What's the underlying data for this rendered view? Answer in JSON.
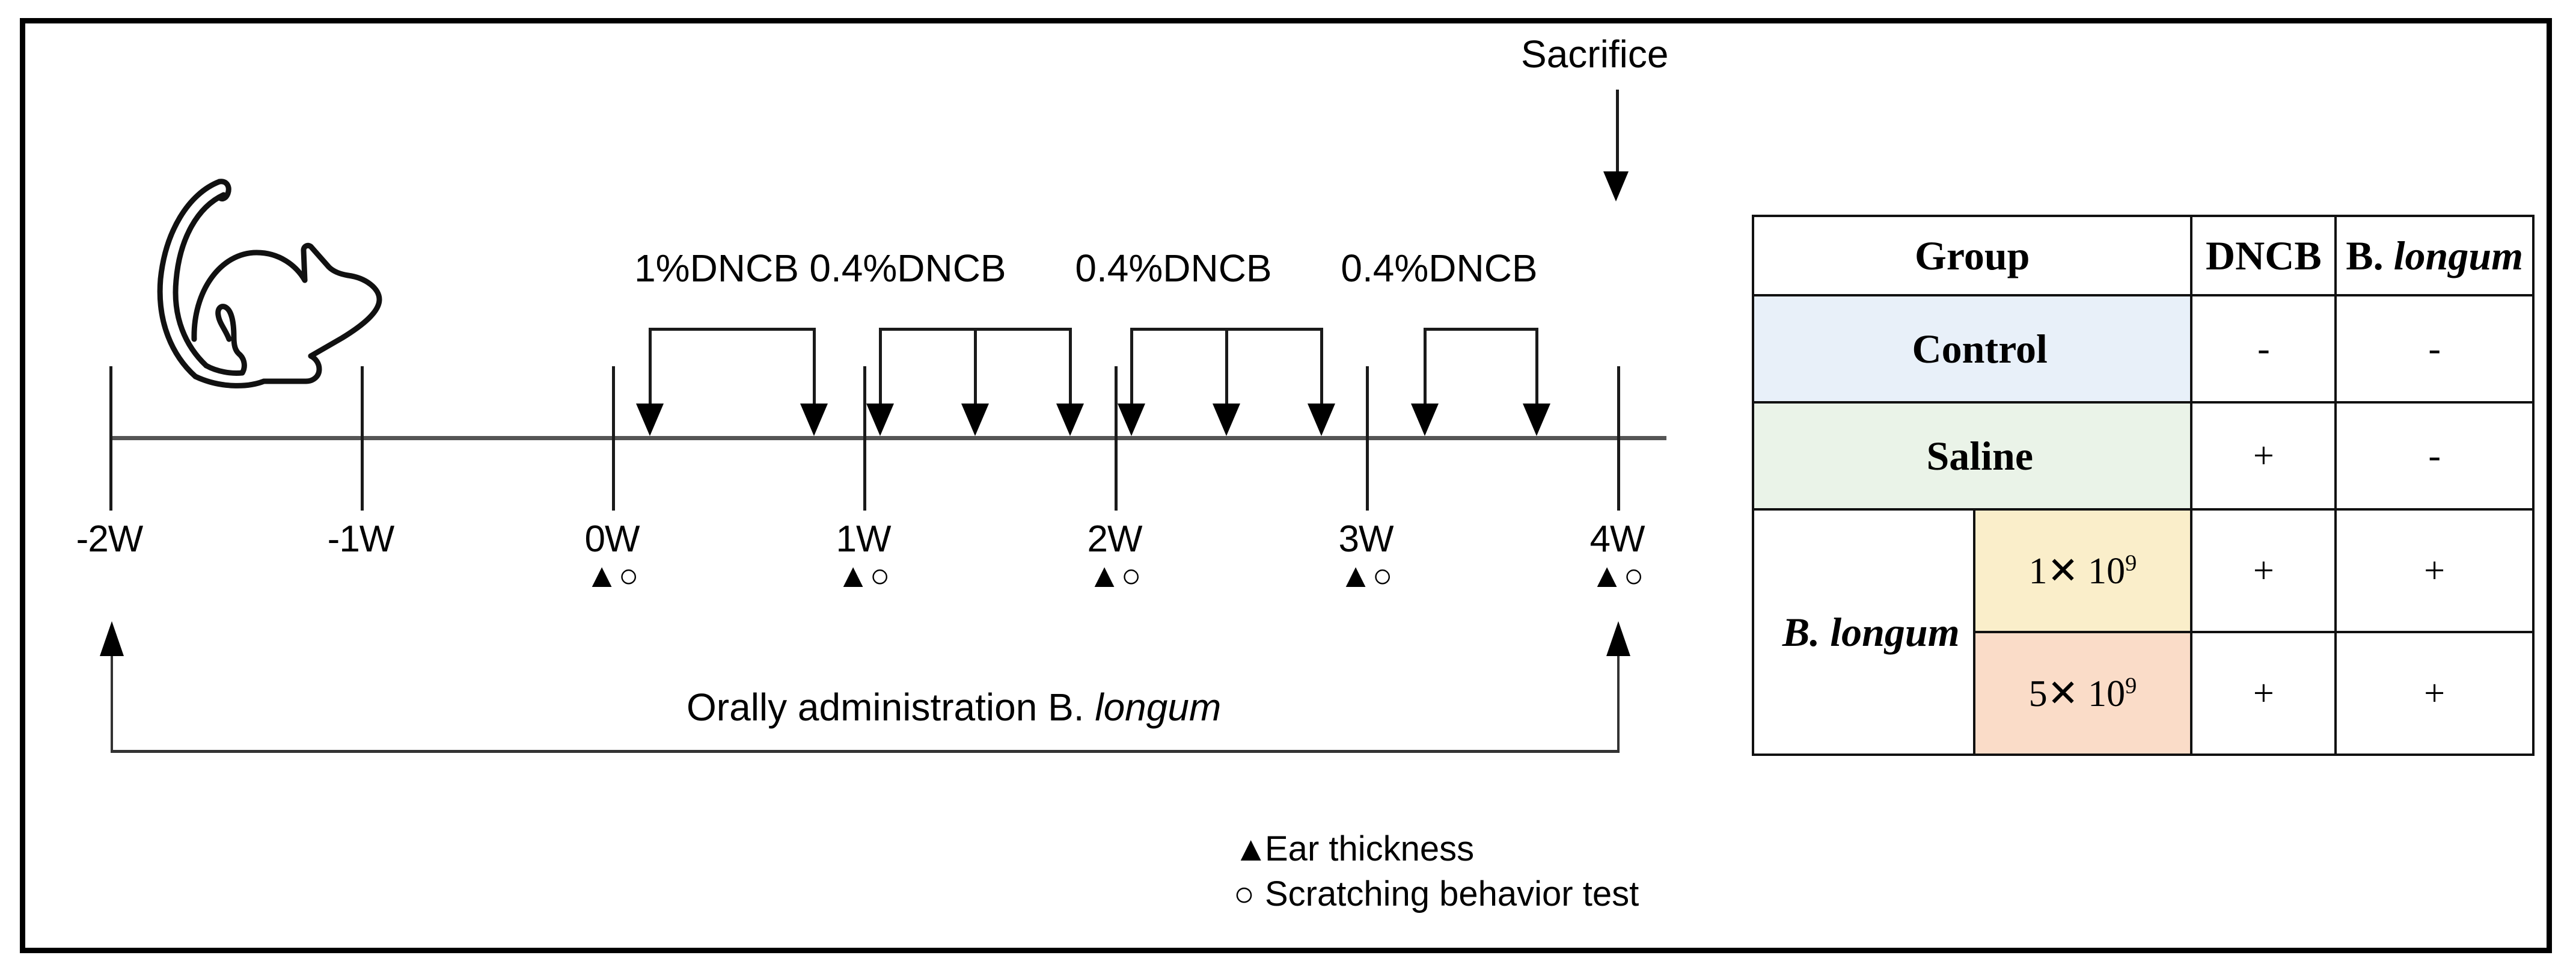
{
  "figure": {
    "type": "experimental-timeline-diagram"
  },
  "timeline": {
    "axis": {
      "weeks": [
        {
          "label": "-2W",
          "markers": ""
        },
        {
          "label": "-1W",
          "markers": ""
        },
        {
          "label": "0W",
          "markers": "▲○"
        },
        {
          "label": "1W",
          "markers": "▲○"
        },
        {
          "label": "2W",
          "markers": "▲○"
        },
        {
          "label": "3W",
          "markers": "▲○"
        },
        {
          "label": "4W",
          "markers": "▲○"
        }
      ]
    },
    "treatments": [
      {
        "label": "1%DNCB",
        "arrows": 2
      },
      {
        "label": "0.4%DNCB",
        "arrows": 3
      },
      {
        "label": "0.4%DNCB",
        "arrows": 3
      },
      {
        "label": "0.4%DNCB",
        "arrows": 2
      }
    ],
    "sacrifice": {
      "label": "Sacrifice"
    },
    "oral": {
      "prefix": "Orally administration B. ",
      "italic": "longum"
    },
    "legend": [
      {
        "glyph": "▲",
        "label": "Ear thickness"
      },
      {
        "glyph": "○",
        "label": "Scratching behavior test"
      }
    ],
    "mouse": {
      "name": "mouse-illustration"
    }
  },
  "table": {
    "headers": {
      "group": "Group",
      "dncb": "DNCB",
      "blongum_prefix": "B. ",
      "blongum_italic": "longum"
    },
    "rows": [
      {
        "name": "Control",
        "dose": "",
        "dncb": "-",
        "blongum": "-",
        "color": "#e8f0f9"
      },
      {
        "name": "Saline",
        "dose": "",
        "dncb": "+",
        "blongum": "-",
        "color": "#eaf3e8"
      },
      {
        "name": "B. longum",
        "dose_base": "1✕ 10",
        "dose_exp": "9",
        "dncb": "+",
        "blongum": "+",
        "color": "#faeeca"
      },
      {
        "name": "",
        "dose_base": "5✕ 10",
        "dose_exp": "9",
        "dncb": "+",
        "blongum": "+",
        "color": "#fadcc8"
      }
    ],
    "blongum_label_prefix": "B. ",
    "blongum_label_italic": "longum"
  },
  "colors": {
    "control_bg": "#e8f0f9",
    "saline_bg": "#eaf3e8",
    "dose1_bg": "#faeeca",
    "dose5_bg": "#fadcc8",
    "line": "#1a1a1a",
    "frame": "#000000"
  }
}
